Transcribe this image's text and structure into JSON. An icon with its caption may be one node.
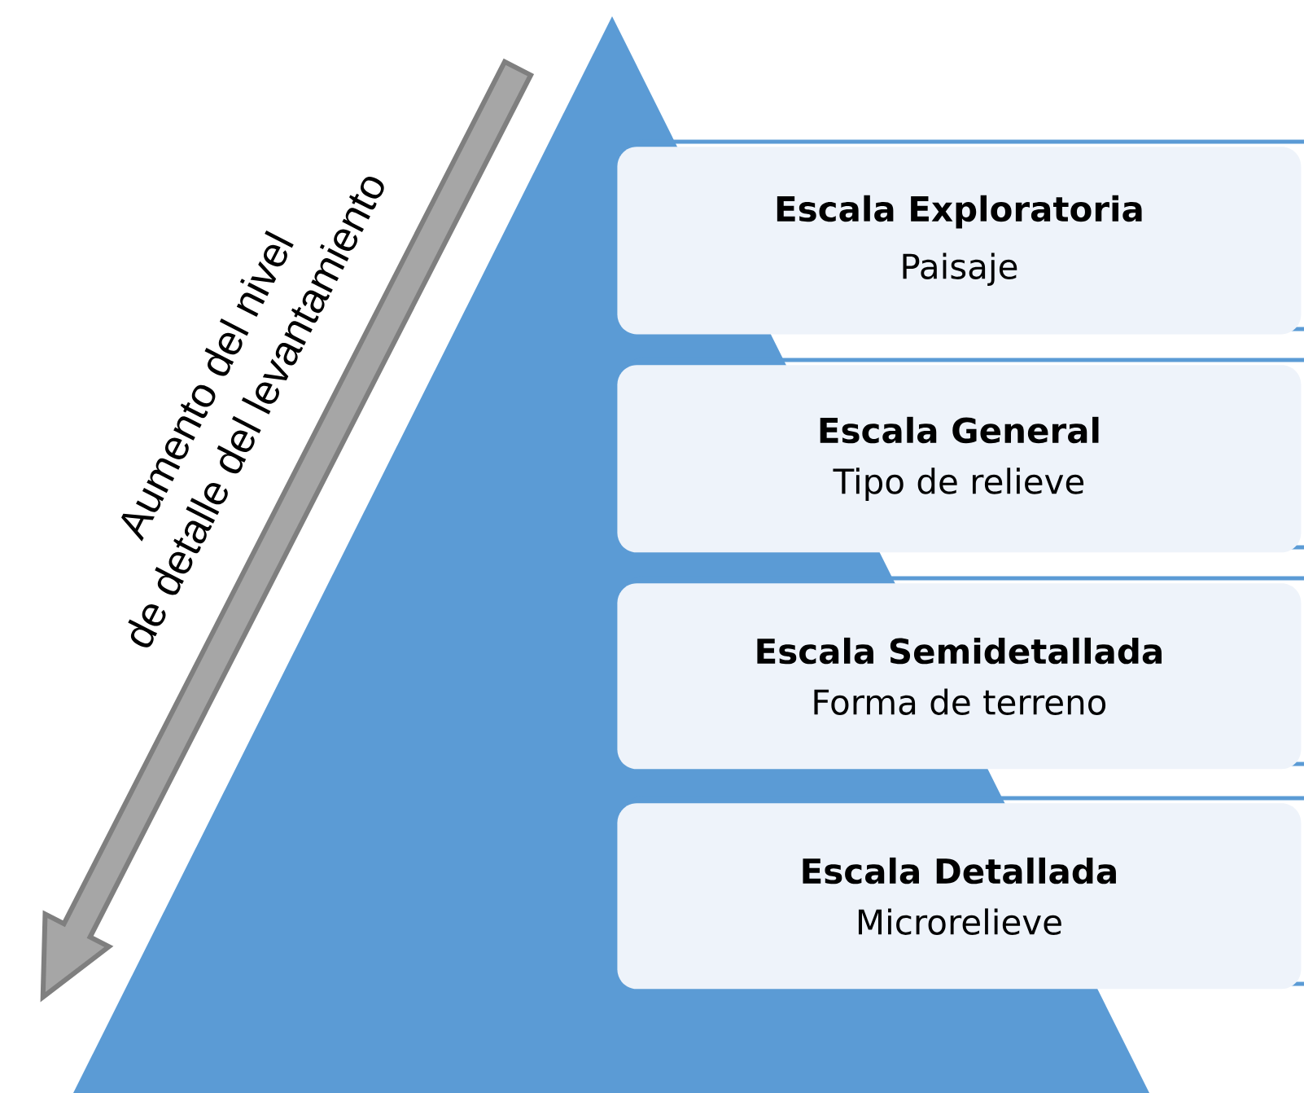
{
  "diagram": {
    "nodes": [
      {
        "text": [
          "Escala Exploratoria",
          "Paisaje"
        ]
      },
      {
        "text": [
          "Escala General",
          "Tipo de relieve"
        ]
      },
      {
        "text": [
          "Escala Semidetallada",
          "Forma de terreno"
        ]
      },
      {
        "text": [
          "Escala Detallada",
          "Microrelieve"
        ]
      }
    ],
    "labels": [
      "Aumento del nivel",
      "de detalle del levantamiento"
    ]
  }
}
